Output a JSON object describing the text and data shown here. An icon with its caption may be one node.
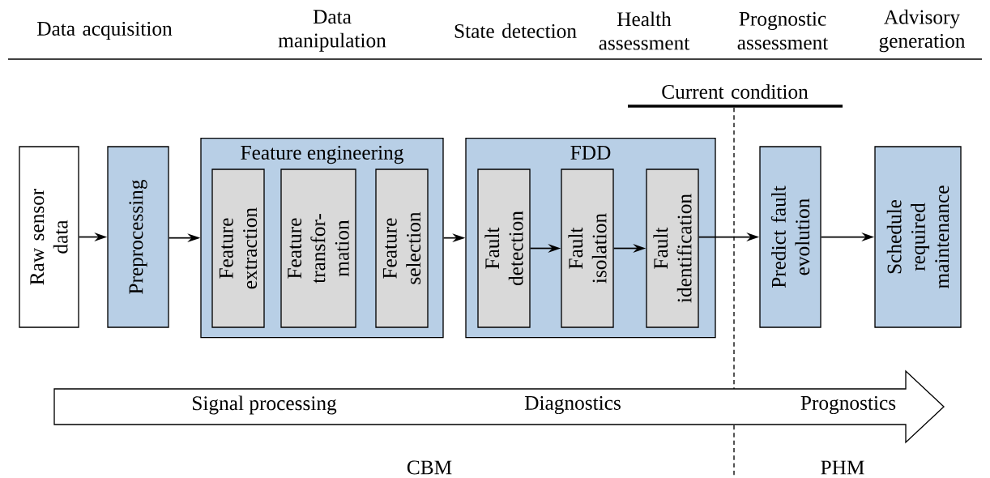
{
  "diagram": {
    "nodes": [
      {
        "text": [
          "Raw sensor data"
        ]
      },
      {
        "text": [
          "Preprocessing"
        ]
      },
      {
        "text": [
          "Feature engineering"
        ]
      },
      {
        "text": [
          "Feature extraction"
        ],
        "in": 2
      },
      {
        "text": [
          "Feature transfor- mation"
        ],
        "in": 2
      },
      {
        "text": [
          "Feature selection"
        ],
        "in": 2
      },
      {
        "text": [
          "FDD"
        ]
      },
      {
        "text": [
          "Fault detection"
        ],
        "in": 6
      },
      {
        "text": [
          "Fault isolation"
        ],
        "in": 6
      },
      {
        "text": [
          "Fault identification"
        ],
        "in": 6
      },
      {
        "text": [
          "Predict fault evolution"
        ]
      },
      {
        "text": [
          "Schedule required maintenance"
        ]
      },
      {
        "text": [
          "Signal processing",
          "Diagnostics",
          "Prognostics"
        ]
      }
    ],
    "edges": [
      {
        "from": 0,
        "to": 1,
        "arrow": "to"
      },
      {
        "from": 1,
        "to": 2,
        "arrow": "to"
      },
      {
        "from": 2,
        "to": 6,
        "arrow": "to"
      },
      {
        "from": 7,
        "to": 8,
        "arrow": "to"
      },
      {
        "from": 8,
        "to": 9,
        "arrow": "to"
      },
      {
        "from": 9,
        "to": 10,
        "arrow": "to"
      },
      {
        "from": 10,
        "to": 11,
        "arrow": "to"
      }
    ],
    "labels": [
      "Data acquisition",
      "Data manipulation",
      "State detection",
      "Health assessment",
      "Prognostic assessment",
      "Advisory generation",
      "Current condition",
      "CBM",
      "PHM"
    ]
  }
}
